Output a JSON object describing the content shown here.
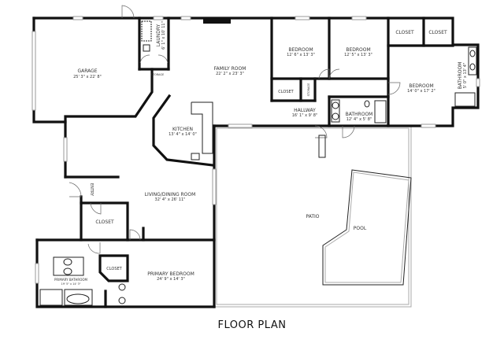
{
  "title": "FLOOR PLAN",
  "rooms": {
    "garage": {
      "name": "GARAGE",
      "dims": "25' 3\" x 22' 8\""
    },
    "laundry": {
      "name": "LAUNDRY",
      "dims": "6' 1\" x 10' 11\""
    },
    "storage1": {
      "name": "STORAGE"
    },
    "family": {
      "name": "FAMILY ROOM",
      "dims": "22' 2\" x 23' 3\""
    },
    "bedroom1": {
      "name": "BEDROOM",
      "dims": "12' 6\" x 13' 3\""
    },
    "bedroom2": {
      "name": "BEDROOM",
      "dims": "12' 5\" x 13' 3\""
    },
    "closet1": {
      "name": "CLOSET"
    },
    "closet2": {
      "name": "CLOSET"
    },
    "bedroom3": {
      "name": "BEDROOM",
      "dims": "14' 0\" x 17' 2\""
    },
    "bathroom_right": {
      "name": "BATHROOM",
      "dims": "5' 0\" x 13' 4\""
    },
    "hall_closet": {
      "name": "CLOSET"
    },
    "storage2": {
      "name": "STORAGE"
    },
    "hallway": {
      "name": "HALLWAY",
      "dims": "16' 1\" x 9' 8\""
    },
    "bathroom": {
      "name": "BATHROOM",
      "dims": "12' 4\" x 5' 8\""
    },
    "kitchen": {
      "name": "KITCHEN",
      "dims": "13' 4\" x 14' 0\""
    },
    "entry": {
      "name": "ENTRY"
    },
    "living": {
      "name": "LIVING/DINING ROOM",
      "dims": "32' 4\" x 26' 11\""
    },
    "closet_entry": {
      "name": "CLOSET"
    },
    "patio": {
      "name": "PATIO"
    },
    "pool": {
      "name": "POOL"
    },
    "primary_bath": {
      "name": "PRIMARY BATHROOM",
      "dims": "19' 5\" x 14' 3\""
    },
    "primary_closet": {
      "name": "CLOSET"
    },
    "primary_bed": {
      "name": "PRIMARY BEDROOM",
      "dims": "24' 9\" x 14' 3\""
    }
  }
}
